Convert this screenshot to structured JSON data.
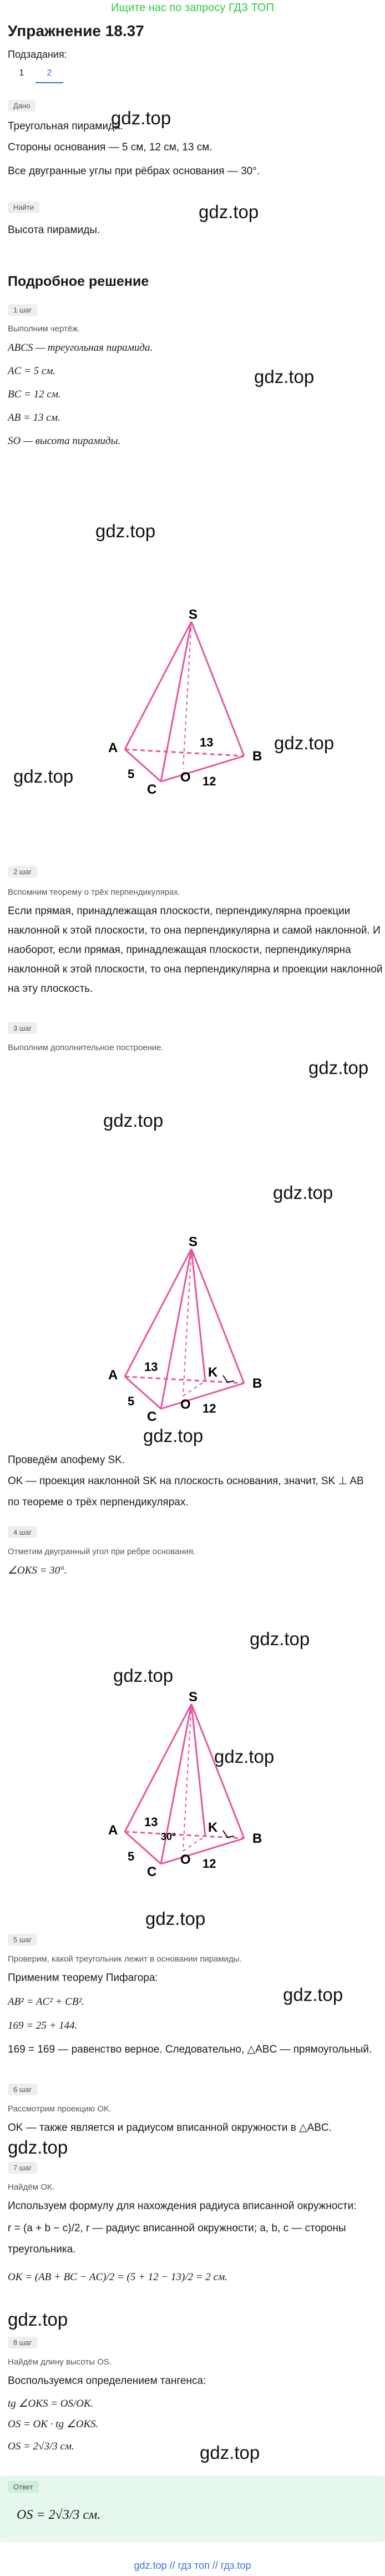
{
  "top_link": "Ищите нас по запросу ГДЗ ТОП",
  "title": "Упражнение 18.37",
  "subtasks_label": "Подзадания:",
  "tabs": [
    "1",
    "2"
  ],
  "given_badge": "Дано",
  "given": [
    "Треугольная пирамида.",
    "Стороны основания — 5 см, 12 см, 13 см.",
    "Все двугранные углы при рёбрах основания — 30°."
  ],
  "find_badge": "Найти",
  "find": "Высота пирамиды.",
  "solution_title": "Подробное решение",
  "steps": {
    "s1": {
      "badge": "1 шаг",
      "desc": "Выполним чертёж.",
      "lines": [
        "ABCS — треугольная пирамида.",
        "AC = 5 см.",
        "BC = 12 см.",
        "AB = 13 см.",
        "SO — высота пирамиды."
      ]
    },
    "s2": {
      "badge": "2 шаг",
      "desc": "Вспомним теорему о трёх перпендикулярах.",
      "lines": [
        "Если прямая, принадлежащая плоскости, перпендикулярна проекции",
        "наклонной к этой плоскости, то она перпендикулярна и самой наклонной. И",
        "наоборот, если прямая, принадлежащая плоскости, перпендикулярна",
        "наклонной к этой плоскости, то она перпендикулярна и проекции наклонной",
        "на эту плоскость."
      ]
    },
    "s3": {
      "badge": "3 шаг",
      "desc": "Выполним дополнительное построение.",
      "lines": [
        "Проведём апофему SK.",
        "OK — проекция наклонной SK на плоскость основания, значит, SK ⊥ AB",
        "по теореме о трёх перпендикулярах."
      ]
    },
    "s4": {
      "badge": "4 шаг",
      "desc": "Отметим двугранный угол при ребре основания.",
      "lines": [
        "∠OKS = 30°."
      ]
    },
    "s5": {
      "badge": "5 шаг",
      "desc": "Проверим, какой треугольник лежит в основании пирамиды.",
      "lines": [
        "Применим теорему Пифагора:",
        "AB² = AC² + CB².",
        "169 = 25 + 144.",
        "169 = 169 — равенство верное. Следовательно, △ABC — прямоугольный."
      ]
    },
    "s6": {
      "badge": "6 шаг",
      "desc": "Рассмотрим проекцию OK.",
      "lines": [
        "OK — также является и радиусом вписанной окружности в △ABC."
      ]
    },
    "s7": {
      "badge": "7 шаг",
      "desc": "Найдём OK.",
      "lines": [
        "Используем формулу для нахождения радиуса вписанной окружности:",
        "r = (a + b − c)/2, r — радиус вписанной окружности; a, b, c — стороны",
        "треугольника.",
        "OK = (AB + BC − AC)/2 = (5 + 12 − 13)/2 = 2 см."
      ]
    },
    "s8": {
      "badge": "8 шаг",
      "desc": "Найдём длину высоты OS.",
      "lines": [
        "Воспользуемся определением тангенса:",
        "tg ∠OKS = OS/OK.",
        "OS = OK · tg ∠OKS.",
        "OS = 2√3/3 см."
      ]
    }
  },
  "answer_badge": "Ответ",
  "answer": "OS = 2√3/3 см.",
  "watermark": "gdz.top",
  "footer": "gdz.top // гдз топ // гдз.top",
  "figure_labels": {
    "S": "S",
    "A": "A",
    "B": "B",
    "C": "C",
    "O": "O",
    "K": "K",
    "n5": "5",
    "n12": "12",
    "n13": "13",
    "a30": "30°"
  },
  "colors": {
    "edge": "#e8559e",
    "link": "#3b6fd8",
    "accent": "#2ecc40"
  }
}
